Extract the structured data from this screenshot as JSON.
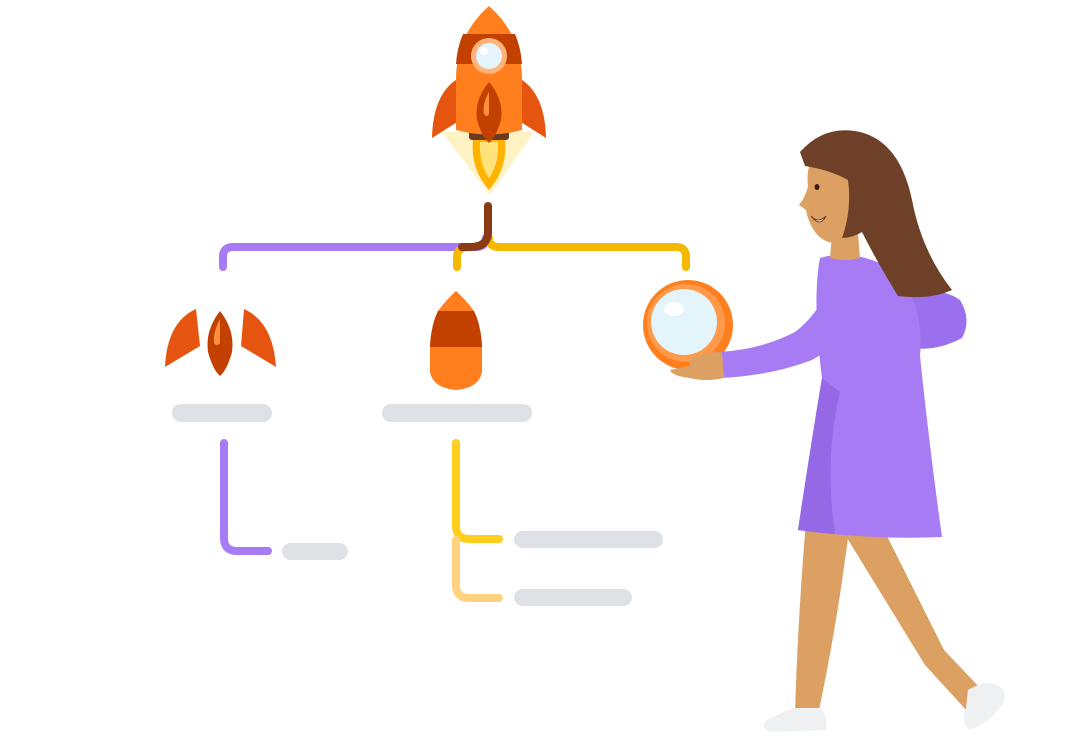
{
  "illustration": {
    "type": "hierarchy-diagram",
    "root": {
      "icon": "rocket-icon"
    },
    "children": [
      {
        "icon": "rocket-fins-engine-icon",
        "branch_color": "#A77BF3",
        "sub_items": 1
      },
      {
        "icon": "rocket-body-icon",
        "branch_color": "#F5B800",
        "sub_items": 2
      },
      {
        "icon": "rocket-window-icon",
        "branch_color": "#F5B800",
        "sub_items": 0
      }
    ],
    "character": {
      "icon": "woman-holding-porthole-icon"
    }
  },
  "colors": {
    "purple": "#A77BF3",
    "yellow": "#F5B800",
    "yellow_light": "#FFD27F",
    "brown": "#8B3A18",
    "orange": "#FF7F1E",
    "orange_dark": "#E85A12",
    "rust": "#C24100",
    "placeholder_gray": "#DEE2E6",
    "window_blue": "#E3F4FB",
    "skin": "#DDA063",
    "hair": "#6E4027",
    "dress": "#A77BF3"
  }
}
